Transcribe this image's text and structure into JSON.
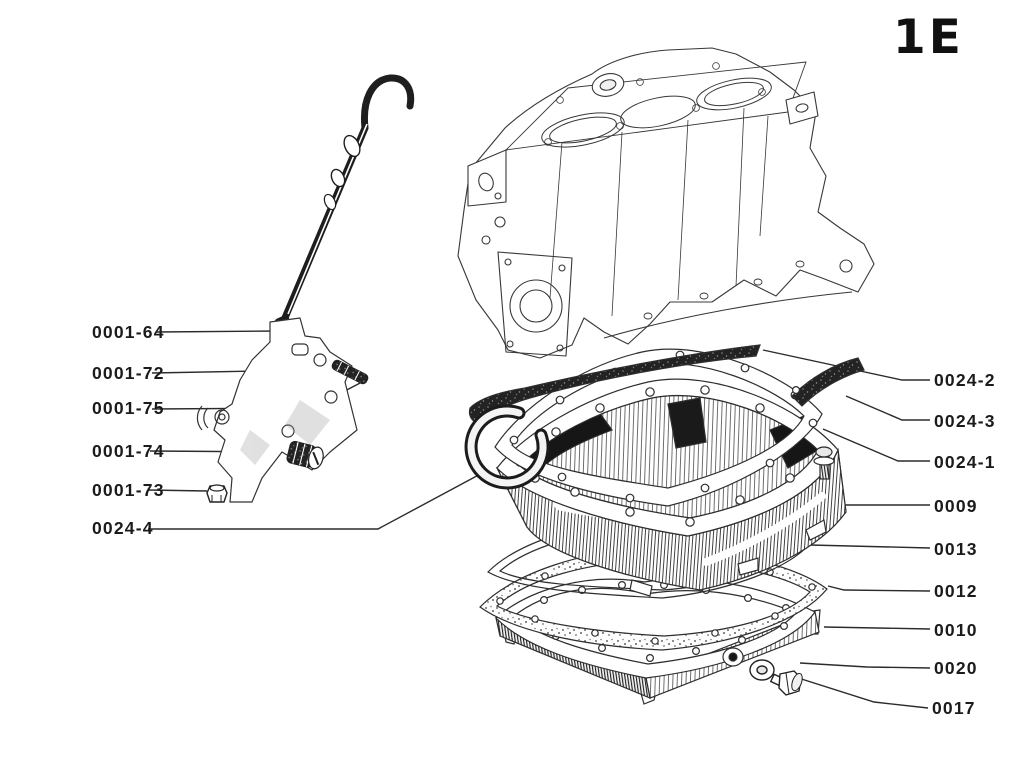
{
  "page": {
    "section_code": "1E"
  },
  "colors": {
    "paper": "#ffffff",
    "ink": "#1d1d1d",
    "leader": "#2b2b2b"
  },
  "callouts": {
    "left": [
      {
        "label": "0001-64"
      },
      {
        "label": "0001-72"
      },
      {
        "label": "0001-75"
      },
      {
        "label": "0001-74"
      },
      {
        "label": "0001-73"
      },
      {
        "label": "0024-4"
      }
    ],
    "right": [
      {
        "label": "0024-2"
      },
      {
        "label": "0024-3"
      },
      {
        "label": "0024-1"
      },
      {
        "label": "0009"
      },
      {
        "label": "0013"
      },
      {
        "label": "0012"
      },
      {
        "label": "0010"
      },
      {
        "label": "0020"
      },
      {
        "label": "0017"
      }
    ]
  }
}
